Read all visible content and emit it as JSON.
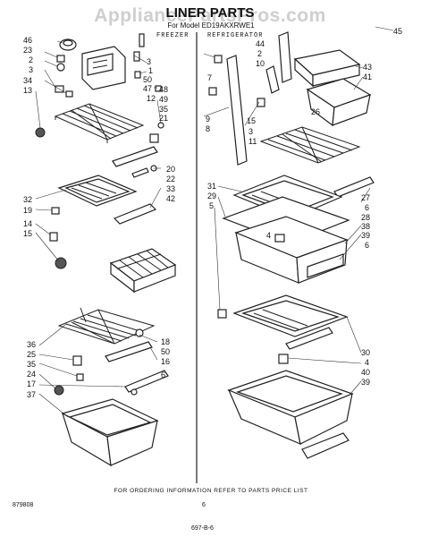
{
  "watermark": "AppliancePartsPros.com",
  "title": "LINER PARTS",
  "subtitle": "For Model ED19AKXRWE1",
  "section_freezer": "FREEZER",
  "section_refrigerator": "REFRIGERATOR",
  "footer_note": "FOR ORDERING INFORMATION REFER TO PARTS PRICE LIST",
  "page_number": "6",
  "drawing_code": "879808",
  "handwritten_code": "697-B-6",
  "callouts": {
    "left": [
      {
        "n": "46"
      },
      {
        "n": "23"
      },
      {
        "n": "2"
      },
      {
        "n": "3"
      },
      {
        "n": "34"
      },
      {
        "n": "13"
      },
      {
        "n": "32"
      },
      {
        "n": "19"
      },
      {
        "n": "14"
      },
      {
        "n": "15"
      },
      {
        "n": "36"
      },
      {
        "n": "25"
      },
      {
        "n": "35"
      },
      {
        "n": "24"
      },
      {
        "n": "17"
      },
      {
        "n": "37"
      }
    ],
    "freezer": [
      {
        "n": "3"
      },
      {
        "n": "1"
      },
      {
        "n": "50"
      },
      {
        "n": "47"
      },
      {
        "n": "12"
      },
      {
        "n": "48"
      },
      {
        "n": "49"
      },
      {
        "n": "35"
      },
      {
        "n": "21"
      },
      {
        "n": "20"
      },
      {
        "n": "22"
      },
      {
        "n": "33"
      },
      {
        "n": "42"
      },
      {
        "n": "18"
      },
      {
        "n": "50"
      },
      {
        "n": "16"
      },
      {
        "n": "6"
      }
    ],
    "fridge_left": [
      {
        "n": "44"
      },
      {
        "n": "2"
      },
      {
        "n": "10"
      },
      {
        "n": "7"
      },
      {
        "n": "15"
      },
      {
        "n": "9"
      },
      {
        "n": "8"
      },
      {
        "n": "3"
      },
      {
        "n": "11"
      },
      {
        "n": "31"
      },
      {
        "n": "29"
      },
      {
        "n": "5"
      },
      {
        "n": "4"
      },
      {
        "n": "26"
      }
    ],
    "fridge_right": [
      {
        "n": "45"
      },
      {
        "n": "43"
      },
      {
        "n": "41"
      },
      {
        "n": "27"
      },
      {
        "n": "6"
      },
      {
        "n": "28"
      },
      {
        "n": "38"
      },
      {
        "n": "39"
      },
      {
        "n": "6"
      },
      {
        "n": "30"
      },
      {
        "n": "4"
      },
      {
        "n": "40"
      },
      {
        "n": "39"
      }
    ]
  }
}
